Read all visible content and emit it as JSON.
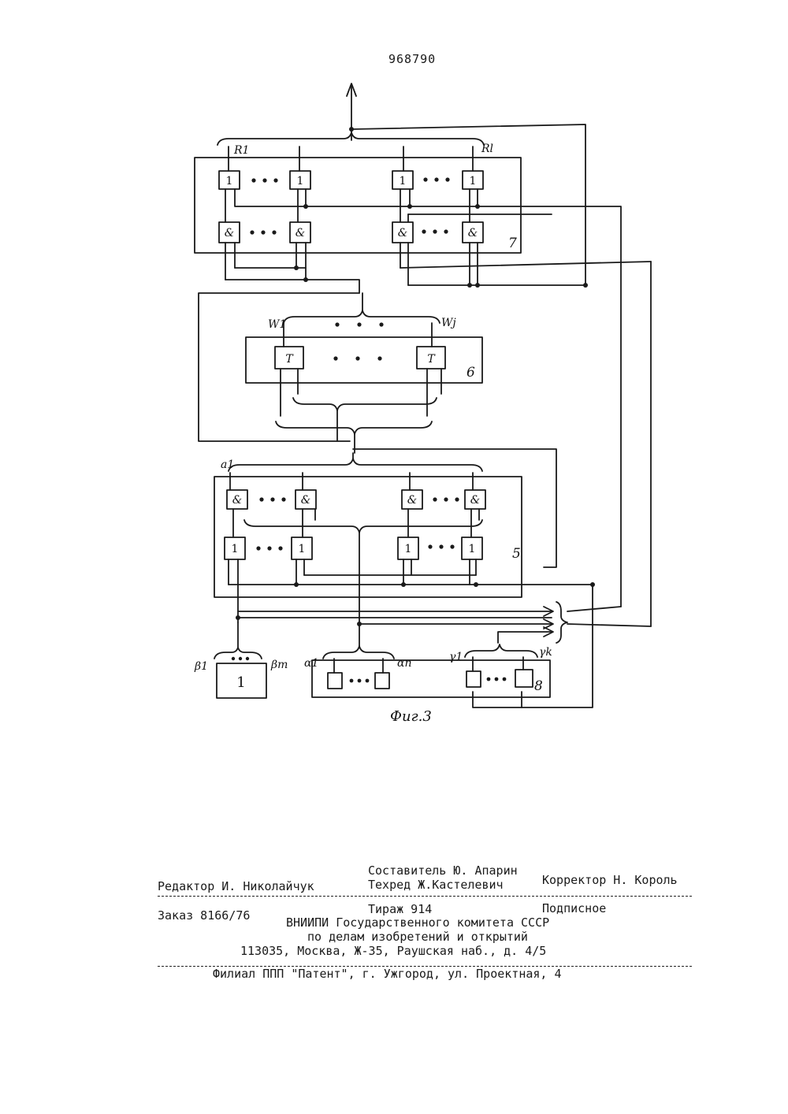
{
  "page_number": "968790",
  "diagram": {
    "caption": "Фиг.3",
    "block_numbers": {
      "b7": "7",
      "b6": "6",
      "b5": "5",
      "b1": "1",
      "b8": "8"
    },
    "gate_symbols": {
      "or": "1",
      "and": "&",
      "trigger": "T"
    },
    "signals": {
      "r_first": "R1",
      "r_last": "Rl",
      "w_first": "W1",
      "w_last": "Wj",
      "a_first": "a1",
      "b_first": "β1",
      "b_last": "βm",
      "alpha_first": "α1",
      "alpha_last": "αn",
      "gamma_first": "γ1",
      "gamma_last": "γk"
    }
  },
  "footer": {
    "compiler": "Составитель Ю. Апарин",
    "editor": "Редактор И. Николайчук",
    "techred": "Техред Ж.Кастелевич",
    "corrector": "Корректор Н. Король",
    "order": "Заказ 8166/76",
    "circulation": "Тираж 914",
    "subscription": "Подписное",
    "org1": "ВНИИПИ Государственного комитета СССР",
    "org2": "по делам изобретений и открытий",
    "address": "113035, Москва, Ж-35, Раушская наб., д. 4/5",
    "branch": "Филиал ППП \"Патент\", г. Ужгород, ул. Проектная, 4"
  }
}
